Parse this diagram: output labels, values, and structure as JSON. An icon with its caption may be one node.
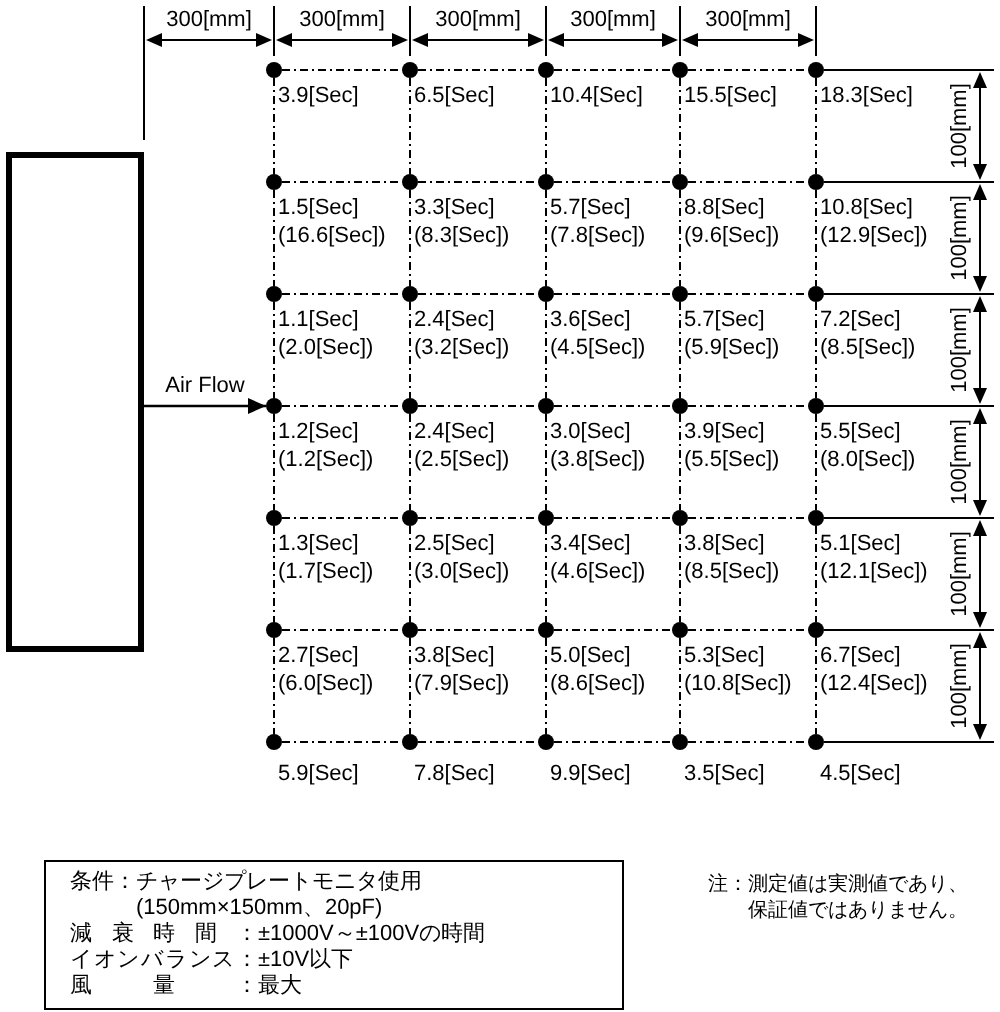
{
  "diagram": {
    "nodes": [
      {
        "text": [],
        "shape": "box"
      },
      {
        "text": [],
        "shape": "circle",
        "beside": [
          "3.9[Sec]"
        ]
      },
      {
        "text": [],
        "shape": "circle",
        "beside": [
          "6.5[Sec]"
        ]
      },
      {
        "text": [],
        "shape": "circle",
        "beside": [
          "10.4[Sec]"
        ]
      },
      {
        "text": [],
        "shape": "circle",
        "beside": [
          "15.5[Sec]"
        ]
      },
      {
        "text": [],
        "shape": "circle",
        "beside": [
          "18.3[Sec]"
        ]
      },
      {
        "text": [],
        "shape": "circle",
        "beside": [
          "1.5[Sec]",
          "(16.6[Sec])"
        ]
      },
      {
        "text": [],
        "shape": "circle",
        "beside": [
          "3.3[Sec]",
          "(8.3[Sec])"
        ]
      },
      {
        "text": [],
        "shape": "circle",
        "beside": [
          "5.7[Sec]",
          "(7.8[Sec])"
        ]
      },
      {
        "text": [],
        "shape": "circle",
        "beside": [
          "8.8[Sec]",
          "(9.6[Sec])"
        ]
      },
      {
        "text": [],
        "shape": "circle",
        "beside": [
          "10.8[Sec]",
          "(12.9[Sec])"
        ]
      },
      {
        "text": [],
        "shape": "circle",
        "beside": [
          "1.1[Sec]",
          "(2.0[Sec])"
        ]
      },
      {
        "text": [],
        "shape": "circle",
        "beside": [
          "2.4[Sec]",
          "(3.2[Sec])"
        ]
      },
      {
        "text": [],
        "shape": "circle",
        "beside": [
          "3.6[Sec]",
          "(4.5[Sec])"
        ]
      },
      {
        "text": [],
        "shape": "circle",
        "beside": [
          "5.7[Sec]",
          "(5.9[Sec])"
        ]
      },
      {
        "text": [],
        "shape": "circle",
        "beside": [
          "7.2[Sec]",
          "(8.5[Sec])"
        ]
      },
      {
        "text": [],
        "shape": "circle",
        "beside": [
          "1.2[Sec]",
          "(1.2[Sec])"
        ]
      },
      {
        "text": [],
        "shape": "circle",
        "beside": [
          "2.4[Sec]",
          "(2.5[Sec])"
        ]
      },
      {
        "text": [],
        "shape": "circle",
        "beside": [
          "3.0[Sec]",
          "(3.8[Sec])"
        ]
      },
      {
        "text": [],
        "shape": "circle",
        "beside": [
          "3.9[Sec]",
          "(5.5[Sec])"
        ]
      },
      {
        "text": [],
        "shape": "circle",
        "beside": [
          "5.5[Sec]",
          "(8.0[Sec])"
        ]
      },
      {
        "text": [],
        "shape": "circle",
        "beside": [
          "1.3[Sec]",
          "(1.7[Sec])"
        ]
      },
      {
        "text": [],
        "shape": "circle",
        "beside": [
          "2.5[Sec]",
          "(3.0[Sec])"
        ]
      },
      {
        "text": [],
        "shape": "circle",
        "beside": [
          "3.4[Sec]",
          "(4.6[Sec])"
        ]
      },
      {
        "text": [],
        "shape": "circle",
        "beside": [
          "3.8[Sec]",
          "(8.5[Sec])"
        ]
      },
      {
        "text": [],
        "shape": "circle",
        "beside": [
          "5.1[Sec]",
          "(12.1[Sec])"
        ]
      },
      {
        "text": [],
        "shape": "circle",
        "beside": [
          "2.7[Sec]",
          "(6.0[Sec])"
        ]
      },
      {
        "text": [],
        "shape": "circle",
        "beside": [
          "3.8[Sec]",
          "(7.9[Sec])"
        ]
      },
      {
        "text": [],
        "shape": "circle",
        "beside": [
          "5.0[Sec]",
          "(8.6[Sec])"
        ]
      },
      {
        "text": [],
        "shape": "circle",
        "beside": [
          "5.3[Sec]",
          "(10.8[Sec])"
        ]
      },
      {
        "text": [],
        "shape": "circle",
        "beside": [
          "6.7[Sec]",
          "(12.4[Sec])"
        ]
      },
      {
        "text": [],
        "shape": "circle",
        "beside": [
          "5.9[Sec]"
        ]
      },
      {
        "text": [],
        "shape": "circle",
        "beside": [
          "7.8[Sec]"
        ]
      },
      {
        "text": [],
        "shape": "circle",
        "beside": [
          "9.9[Sec]"
        ]
      },
      {
        "text": [],
        "shape": "circle",
        "beside": [
          "3.5[Sec]"
        ]
      },
      {
        "text": [],
        "shape": "circle",
        "beside": [
          "4.5[Sec]"
        ]
      },
      {
        "text": [
          "条件：",
          "チャージプレートモニタ使用",
          "(150mm×150mm、20pF)",
          "減衰時間：",
          "±1000V～±100Vの時間",
          "イオンバランス：",
          "±10V以下",
          "風量：",
          "最大"
        ]
      }
    ],
    "edges": [
      {
        "from": 0,
        "to": 16,
        "arrow": "to",
        "label": "Air Flow"
      },
      {
        "from": 1,
        "to": 2,
        "arrow": "none",
        "style": "dashed"
      },
      {
        "from": 2,
        "to": 3,
        "arrow": "none",
        "style": "dashed"
      },
      {
        "from": 3,
        "to": 4,
        "arrow": "none",
        "style": "dashed"
      },
      {
        "from": 4,
        "to": 5,
        "arrow": "none",
        "style": "dashed"
      },
      {
        "from": 6,
        "to": 7,
        "arrow": "none",
        "style": "dashed"
      },
      {
        "from": 7,
        "to": 8,
        "arrow": "none",
        "style": "dashed"
      },
      {
        "from": 8,
        "to": 9,
        "arrow": "none",
        "style": "dashed"
      },
      {
        "from": 9,
        "to": 10,
        "arrow": "none",
        "style": "dashed"
      },
      {
        "from": 11,
        "to": 12,
        "arrow": "none",
        "style": "dashed"
      },
      {
        "from": 12,
        "to": 13,
        "arrow": "none",
        "style": "dashed"
      },
      {
        "from": 13,
        "to": 14,
        "arrow": "none",
        "style": "dashed"
      },
      {
        "from": 14,
        "to": 15,
        "arrow": "none",
        "style": "dashed"
      },
      {
        "from": 16,
        "to": 17,
        "arrow": "none",
        "style": "dashed"
      },
      {
        "from": 17,
        "to": 18,
        "arrow": "none",
        "style": "dashed"
      },
      {
        "from": 18,
        "to": 19,
        "arrow": "none",
        "style": "dashed"
      },
      {
        "from": 19,
        "to": 20,
        "arrow": "none",
        "style": "dashed"
      },
      {
        "from": 21,
        "to": 22,
        "arrow": "none",
        "style": "dashed"
      },
      {
        "from": 22,
        "to": 23,
        "arrow": "none",
        "style": "dashed"
      },
      {
        "from": 23,
        "to": 24,
        "arrow": "none",
        "style": "dashed"
      },
      {
        "from": 24,
        "to": 25,
        "arrow": "none",
        "style": "dashed"
      },
      {
        "from": 26,
        "to": 27,
        "arrow": "none",
        "style": "dashed"
      },
      {
        "from": 27,
        "to": 28,
        "arrow": "none",
        "style": "dashed"
      },
      {
        "from": 28,
        "to": 29,
        "arrow": "none",
        "style": "dashed"
      },
      {
        "from": 29,
        "to": 30,
        "arrow": "none",
        "style": "dashed"
      },
      {
        "from": 31,
        "to": 32,
        "arrow": "none",
        "style": "dashed"
      },
      {
        "from": 32,
        "to": 33,
        "arrow": "none",
        "style": "dashed"
      },
      {
        "from": 33,
        "to": 34,
        "arrow": "none",
        "style": "dashed"
      },
      {
        "from": 34,
        "to": 35,
        "arrow": "none",
        "style": "dashed"
      },
      {
        "from": 1,
        "to": 6,
        "arrow": "none",
        "style": "dashed"
      },
      {
        "from": 2,
        "to": 7,
        "arrow": "none",
        "style": "dashed"
      },
      {
        "from": 3,
        "to": 8,
        "arrow": "none",
        "style": "dashed"
      },
      {
        "from": 4,
        "to": 9,
        "arrow": "none",
        "style": "dashed"
      },
      {
        "from": 5,
        "to": 10,
        "arrow": "none",
        "style": "dashed"
      },
      {
        "from": 6,
        "to": 11,
        "arrow": "none",
        "style": "dashed"
      },
      {
        "from": 7,
        "to": 12,
        "arrow": "none",
        "style": "dashed"
      },
      {
        "from": 8,
        "to": 13,
        "arrow": "none",
        "style": "dashed"
      },
      {
        "from": 9,
        "to": 14,
        "arrow": "none",
        "style": "dashed"
      },
      {
        "from": 10,
        "to": 15,
        "arrow": "none",
        "style": "dashed"
      },
      {
        "from": 11,
        "to": 16,
        "arrow": "none",
        "style": "dashed"
      },
      {
        "from": 12,
        "to": 17,
        "arrow": "none",
        "style": "dashed"
      },
      {
        "from": 13,
        "to": 18,
        "arrow": "none",
        "style": "dashed"
      },
      {
        "from": 14,
        "to": 19,
        "arrow": "none",
        "style": "dashed"
      },
      {
        "from": 15,
        "to": 20,
        "arrow": "none",
        "style": "dashed"
      },
      {
        "from": 16,
        "to": 21,
        "arrow": "none",
        "style": "dashed"
      },
      {
        "from": 17,
        "to": 22,
        "arrow": "none",
        "style": "dashed"
      },
      {
        "from": 18,
        "to": 23,
        "arrow": "none",
        "style": "dashed"
      },
      {
        "from": 19,
        "to": 24,
        "arrow": "none",
        "style": "dashed"
      },
      {
        "from": 20,
        "to": 25,
        "arrow": "none",
        "style": "dashed"
      },
      {
        "from": 21,
        "to": 26,
        "arrow": "none",
        "style": "dashed"
      },
      {
        "from": 22,
        "to": 27,
        "arrow": "none",
        "style": "dashed"
      },
      {
        "from": 23,
        "to": 28,
        "arrow": "none",
        "style": "dashed"
      },
      {
        "from": 24,
        "to": 29,
        "arrow": "none",
        "style": "dashed"
      },
      {
        "from": 25,
        "to": 30,
        "arrow": "none",
        "style": "dashed"
      },
      {
        "from": 26,
        "to": 31,
        "arrow": "none",
        "style": "dashed"
      },
      {
        "from": 27,
        "to": 32,
        "arrow": "none",
        "style": "dashed"
      },
      {
        "from": 28,
        "to": 33,
        "arrow": "none",
        "style": "dashed"
      },
      {
        "from": 29,
        "to": 34,
        "arrow": "none",
        "style": "dashed"
      },
      {
        "from": 30,
        "to": 35,
        "arrow": "none",
        "style": "dashed"
      }
    ],
    "labels": [
      "300[mm]",
      "300[mm]",
      "300[mm]",
      "300[mm]",
      "300[mm]",
      "100[mm]",
      "100[mm]",
      "100[mm]",
      "100[mm]",
      "100[mm]",
      "100[mm]",
      "注：測定値は実測値であり、保証値ではありません。"
    ]
  }
}
